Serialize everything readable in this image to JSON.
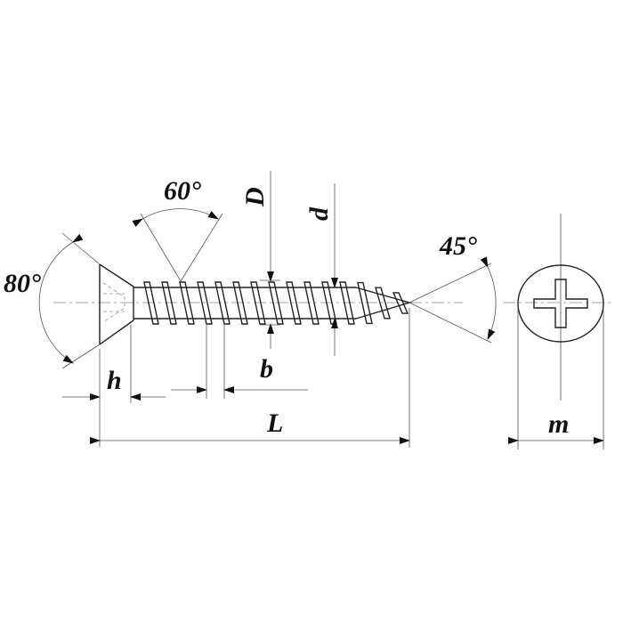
{
  "title": "Countersunk Phillips self-tapping screw dimensions",
  "labels": {
    "head_angle": "80°",
    "thread_angle": "60°",
    "tip_angle": "45°",
    "major_diameter": "D",
    "minor_diameter": "d",
    "head_height": "h",
    "thread_pitch": "b",
    "length": "L",
    "head_diameter": "m"
  }
}
